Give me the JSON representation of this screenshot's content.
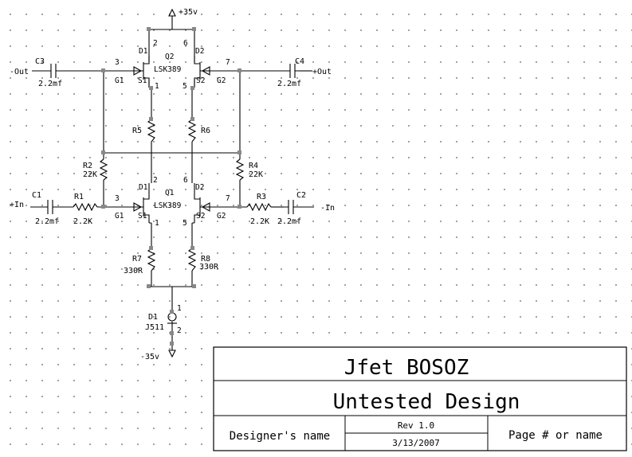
{
  "supply": {
    "pos": "+35v",
    "neg": "-35v"
  },
  "q2": {
    "name": "Q2",
    "part": "LSK389",
    "d1": "D1",
    "d2": "D2",
    "g1": "G1",
    "g2": "G2",
    "s1": "S1",
    "s2": "S2",
    "p2": "2",
    "p6": "6",
    "p3": "3",
    "p7": "7",
    "p1": "1",
    "p5": "5"
  },
  "q1": {
    "name": "Q1",
    "part": "LSK389",
    "d1": "D1",
    "d2": "D2",
    "g1": "G1",
    "g2": "G2",
    "s1": "S1",
    "s2": "S2",
    "p2": "2",
    "p6": "6",
    "p3": "3",
    "p7": "7",
    "p1": "1",
    "p5": "5"
  },
  "c3": {
    "name": "C3",
    "value": "2.2mf",
    "net": "-Out"
  },
  "c4": {
    "name": "C4",
    "value": "2.2mf",
    "net": "+Out"
  },
  "c1": {
    "name": "C1",
    "value": "2.2mf",
    "net": "+In"
  },
  "c2": {
    "name": "C2",
    "value": "2.2mf",
    "net": "-In"
  },
  "r1": {
    "name": "R1",
    "value": "2.2K"
  },
  "r2": {
    "name": "R2",
    "value": "22K"
  },
  "r3": {
    "name": "R3",
    "value": "2.2K"
  },
  "r4": {
    "name": "R4",
    "value": "22K"
  },
  "r5": {
    "name": "R5"
  },
  "r6": {
    "name": "R6"
  },
  "r7": {
    "name": "R7",
    "value": "330R"
  },
  "r8": {
    "name": "R8",
    "value": "330R"
  },
  "d1": {
    "name": "D1",
    "part": "J511",
    "p1": "1",
    "p2": "2"
  },
  "titleblock": {
    "title": "Jfet BOSOZ",
    "subtitle": "Untested Design",
    "designer": "Designer's name",
    "rev": "Rev 1.0",
    "date": "3/13/2007",
    "page": "Page # or name"
  }
}
